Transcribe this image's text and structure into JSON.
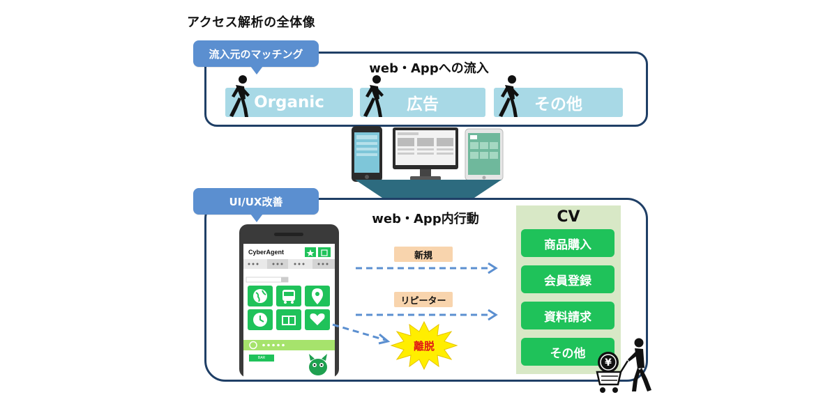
{
  "page_title": "アクセス解析の全体像",
  "top_section": {
    "tag": "流入元のマッチング",
    "heading": "web・Appへの流入",
    "sources": [
      {
        "label": "Organic"
      },
      {
        "label": "広告"
      },
      {
        "label": "その他"
      }
    ]
  },
  "bottom_section": {
    "tag": "UI/UX改善",
    "heading": "web・App内行動",
    "flows": {
      "new_label": "新規",
      "repeater_label": "リピーター",
      "bounce_label": "離脱"
    },
    "phone": {
      "brand": "CyberAgent",
      "button_label": "BAR"
    },
    "cv": {
      "title": "CV",
      "items": [
        "商品購入",
        "会員登録",
        "資料請求",
        "その他"
      ]
    }
  },
  "colors": {
    "panel_border": "#1f3f66",
    "tag_blue": "#5b8fd0",
    "source_box": "#a8d9e6",
    "cv_background": "#d8e8c6",
    "cv_button": "#1fc25a",
    "badge": "#f8d4ad",
    "arrow": "#5b8fd0",
    "bounce_star": "#ffee00"
  }
}
